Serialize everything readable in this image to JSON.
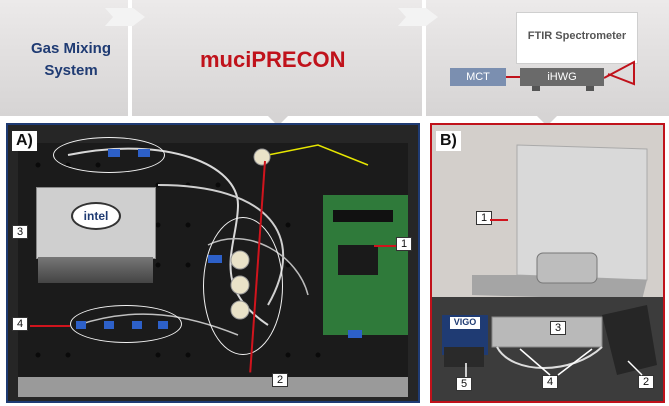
{
  "banner": {
    "gas_mixing": "Gas Mixing System",
    "muciprecon": "muciPRECON",
    "ftir": "FTIR Spectrometer",
    "mct": "MCT",
    "ihwg": "iHWG"
  },
  "panel_a": {
    "label": "A)",
    "markers": [
      "1",
      "2",
      "3",
      "4"
    ],
    "chip_text": "intel"
  },
  "panel_b": {
    "label": "B)",
    "markers": [
      "1",
      "2",
      "3",
      "4",
      "5"
    ],
    "vigo_text": "VIGO"
  },
  "colors": {
    "accent_red": "#c0121b",
    "accent_blue": "#1f3b73"
  }
}
